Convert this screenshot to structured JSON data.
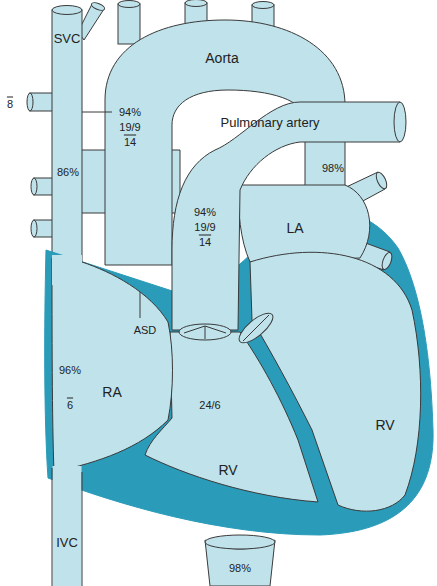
{
  "diagram": {
    "labels": [
      "SVC",
      "Aorta",
      "94%",
      "19/9",
      "14",
      "8",
      "86%",
      "Pulmonary artery",
      "94%",
      "19/9",
      "14",
      "98%",
      "LA",
      "ASD",
      "96%",
      "RA",
      "6",
      "24/6",
      "RV",
      "RV",
      "IVC",
      "98%"
    ]
  }
}
